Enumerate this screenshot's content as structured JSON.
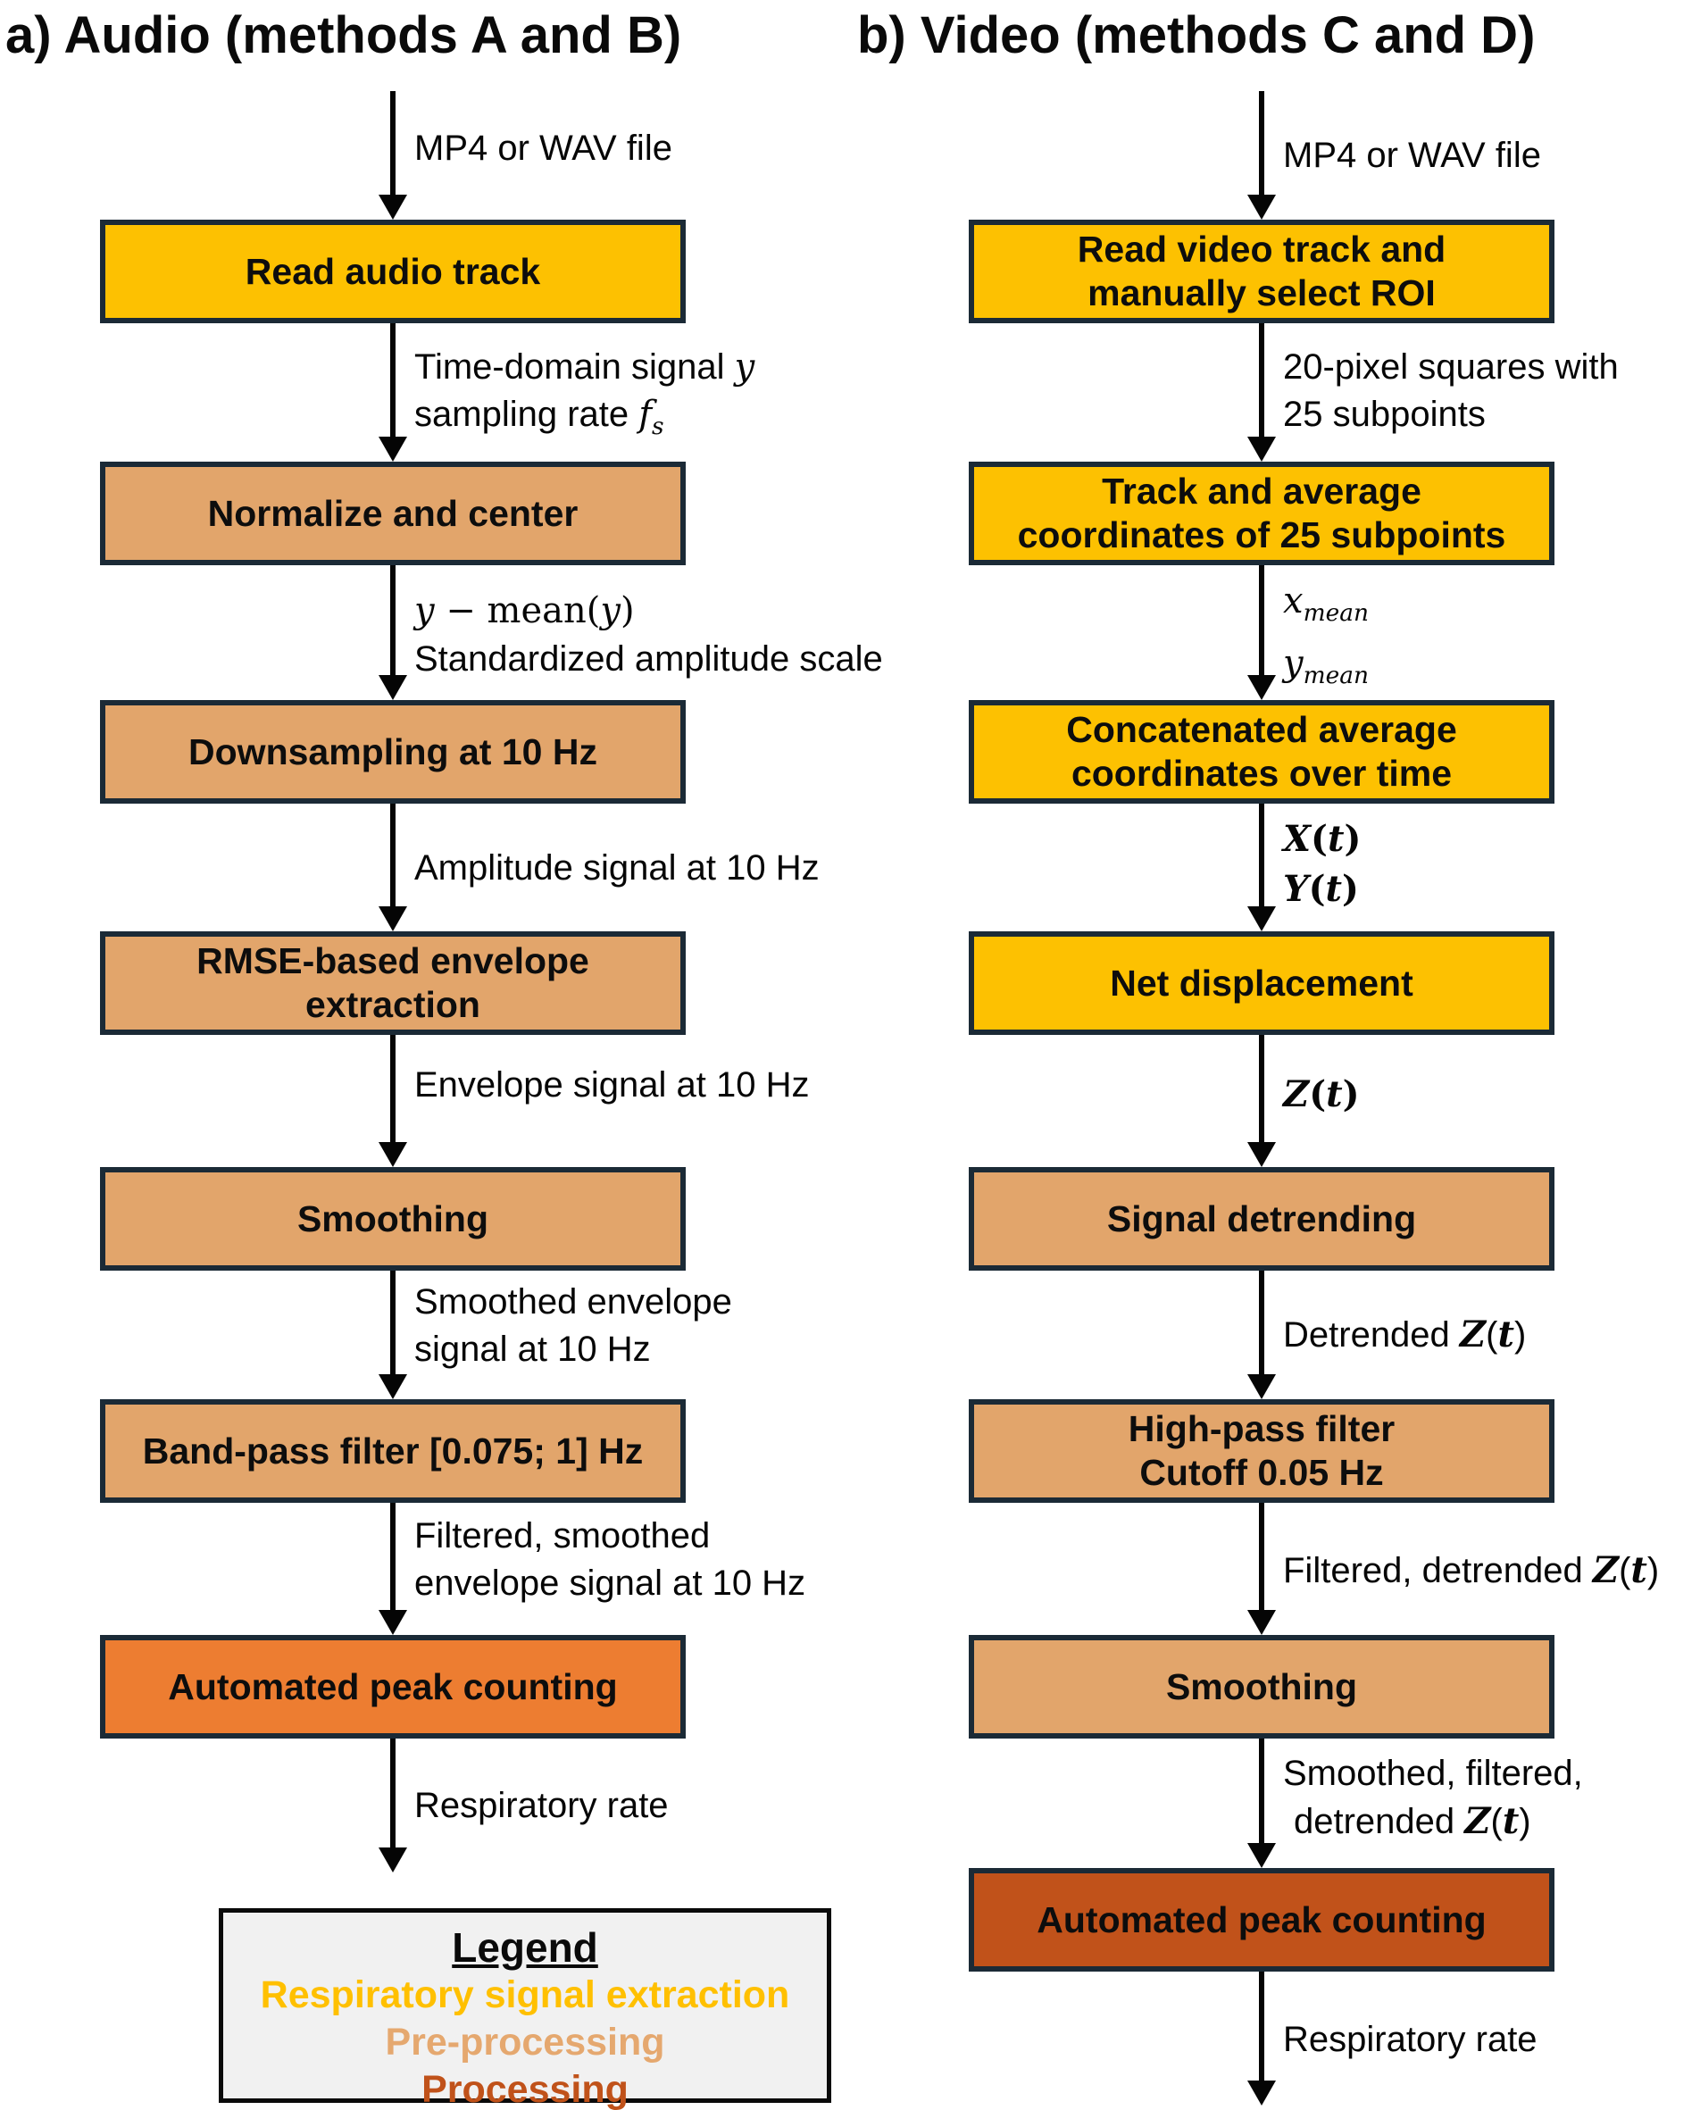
{
  "titles": {
    "audio": "a) Audio (methods A and B)",
    "video": "b) Video (methods C and D)"
  },
  "palette": {
    "gold": "#FDC101",
    "tan": "#E2A56B",
    "orange": "#ED7D31",
    "darkorange": "#C1521A",
    "boxborder": "#1B2A36",
    "legendbg": "#F1F1F1",
    "ink": "#0B0B0B"
  },
  "audio": {
    "boxes": [
      {
        "type": "gold",
        "lines": [
          "Read audio track"
        ]
      },
      {
        "type": "tan",
        "lines": [
          "Normalize and center"
        ]
      },
      {
        "type": "tan",
        "lines": [
          "Downsampling at 10 Hz"
        ]
      },
      {
        "type": "tan",
        "lines": [
          "RMSE-based envelope",
          "extraction"
        ]
      },
      {
        "type": "tan",
        "lines": [
          "Smoothing"
        ]
      },
      {
        "type": "tan",
        "lines": [
          "Band-pass filter [0.075; 1] Hz"
        ]
      },
      {
        "type": "orange",
        "lines": [
          "Automated peak counting"
        ]
      }
    ],
    "edges": [
      {
        "lines": [
          "MP4 or WAV file"
        ]
      },
      {
        "lines": [
          "Time-domain signal {y}",
          "sampling rate {f}~s~"
        ]
      },
      {
        "lines": [
          "{y} − mean({y})",
          "Standardized amplitude scale"
        ]
      },
      {
        "lines": [
          "Amplitude signal at 10 Hz"
        ]
      },
      {
        "lines": [
          "Envelope signal at 10 Hz"
        ]
      },
      {
        "lines": [
          "Smoothed envelope",
          "signal at 10 Hz"
        ]
      },
      {
        "lines": [
          "Filtered, smoothed",
          "envelope signal at 10 Hz"
        ]
      },
      {
        "lines": [
          "Respiratory rate"
        ]
      }
    ]
  },
  "video": {
    "boxes": [
      {
        "type": "gold",
        "lines": [
          "Read video track and",
          "manually select ROI"
        ]
      },
      {
        "type": "gold",
        "lines": [
          "Track and average",
          "coordinates of 25 subpoints"
        ]
      },
      {
        "type": "gold",
        "lines": [
          "Concatenated average",
          "coordinates over time"
        ]
      },
      {
        "type": "gold",
        "lines": [
          "Net displacement"
        ]
      },
      {
        "type": "tan",
        "lines": [
          "Signal detrending"
        ]
      },
      {
        "type": "tan",
        "lines": [
          "High-pass filter",
          "Cutoff 0.05 Hz"
        ]
      },
      {
        "type": "tan",
        "lines": [
          "Smoothing"
        ]
      },
      {
        "type": "dark",
        "lines": [
          "Automated peak counting"
        ]
      }
    ],
    "edges": [
      {
        "lines": [
          "MP4 or WAV file"
        ]
      },
      {
        "lines": [
          "20-pixel squares with",
          "25 subpoints"
        ]
      },
      {
        "lines": [
          "{x}~mean~",
          "{y}~mean~"
        ]
      },
      {
        "lines": [
          "`X`(`t`)",
          "`Y`(`t`)"
        ]
      },
      {
        "lines": [
          "`Z`(`t`)"
        ]
      },
      {
        "lines": [
          "Detrended `Z`(`t`)"
        ]
      },
      {
        "lines": [
          "Filtered, detrended `Z`(`t`)"
        ]
      },
      {
        "lines": [
          "Smoothed, filtered,",
          "detrended `Z`(`t`)"
        ]
      },
      {
        "lines": [
          "Respiratory rate"
        ]
      }
    ]
  },
  "legend": {
    "title": "Legend",
    "items": [
      {
        "label": "Respiratory signal extraction",
        "color": "#FFC000"
      },
      {
        "label": "Pre-processing",
        "color": "#E5A86F"
      },
      {
        "label": "Processing",
        "color": "#C0521A"
      }
    ]
  }
}
